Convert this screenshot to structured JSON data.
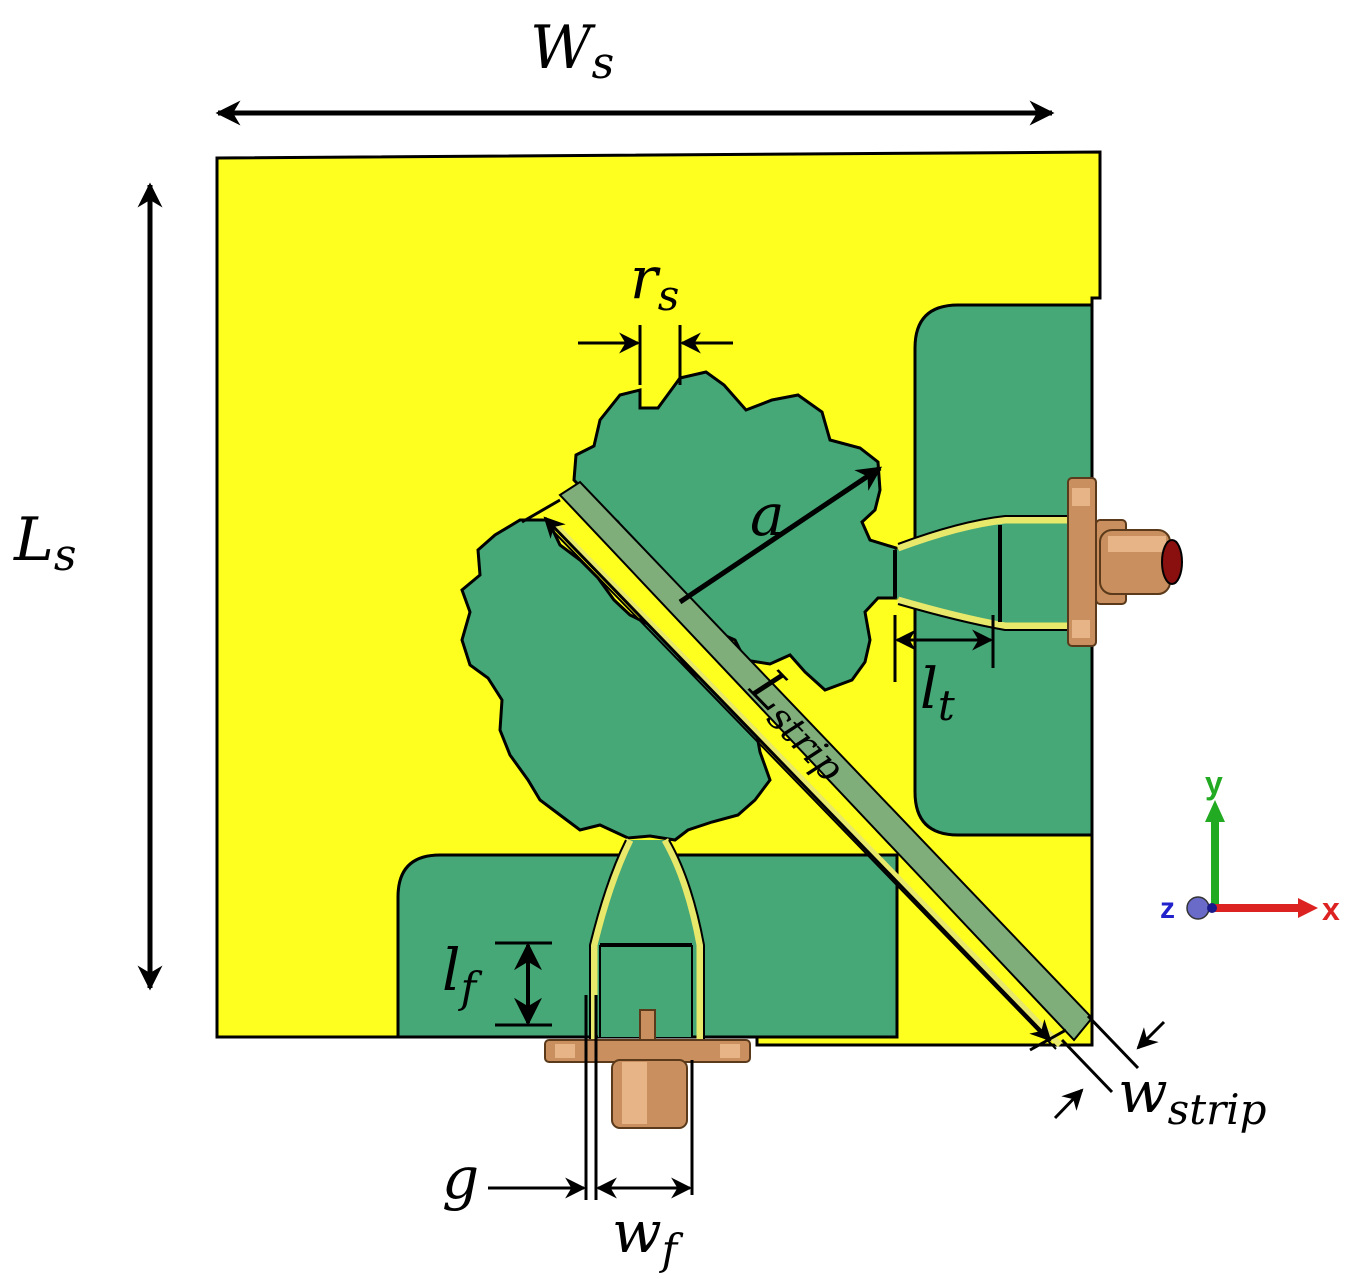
{
  "colors": {
    "substrate": "#ffff1f",
    "ground_green": "#45a876",
    "feed_line": "#e8e86a",
    "strip": "#7fae7a",
    "connector": "#c98f5e",
    "connector_dark": "#9c6a3c",
    "outline": "#000000",
    "axis_y": "#22aa22",
    "axis_x": "#dd2222",
    "axis_z": "#2222cc"
  },
  "icons": {
    "axis_triad": "xyz-axis-icon",
    "connector_bottom": "sma-connector-icon",
    "connector_right": "sma-connector-icon"
  },
  "labels": {
    "ws": {
      "main": "W",
      "sub": "s"
    },
    "ls": {
      "main": "L",
      "sub": "s"
    },
    "rs": {
      "main": "r",
      "sub": "s"
    },
    "a": "a",
    "lt": {
      "main": "l",
      "sub": "t"
    },
    "lstrip": {
      "main": "L",
      "sub": "strip"
    },
    "lf": {
      "main": "l",
      "sub": "f"
    },
    "wstrip": {
      "main": "w",
      "sub": "strip"
    },
    "g": "g",
    "wf": {
      "main": "w",
      "sub": "f"
    }
  },
  "axes": {
    "x": "x",
    "y": "y",
    "z": "z"
  }
}
